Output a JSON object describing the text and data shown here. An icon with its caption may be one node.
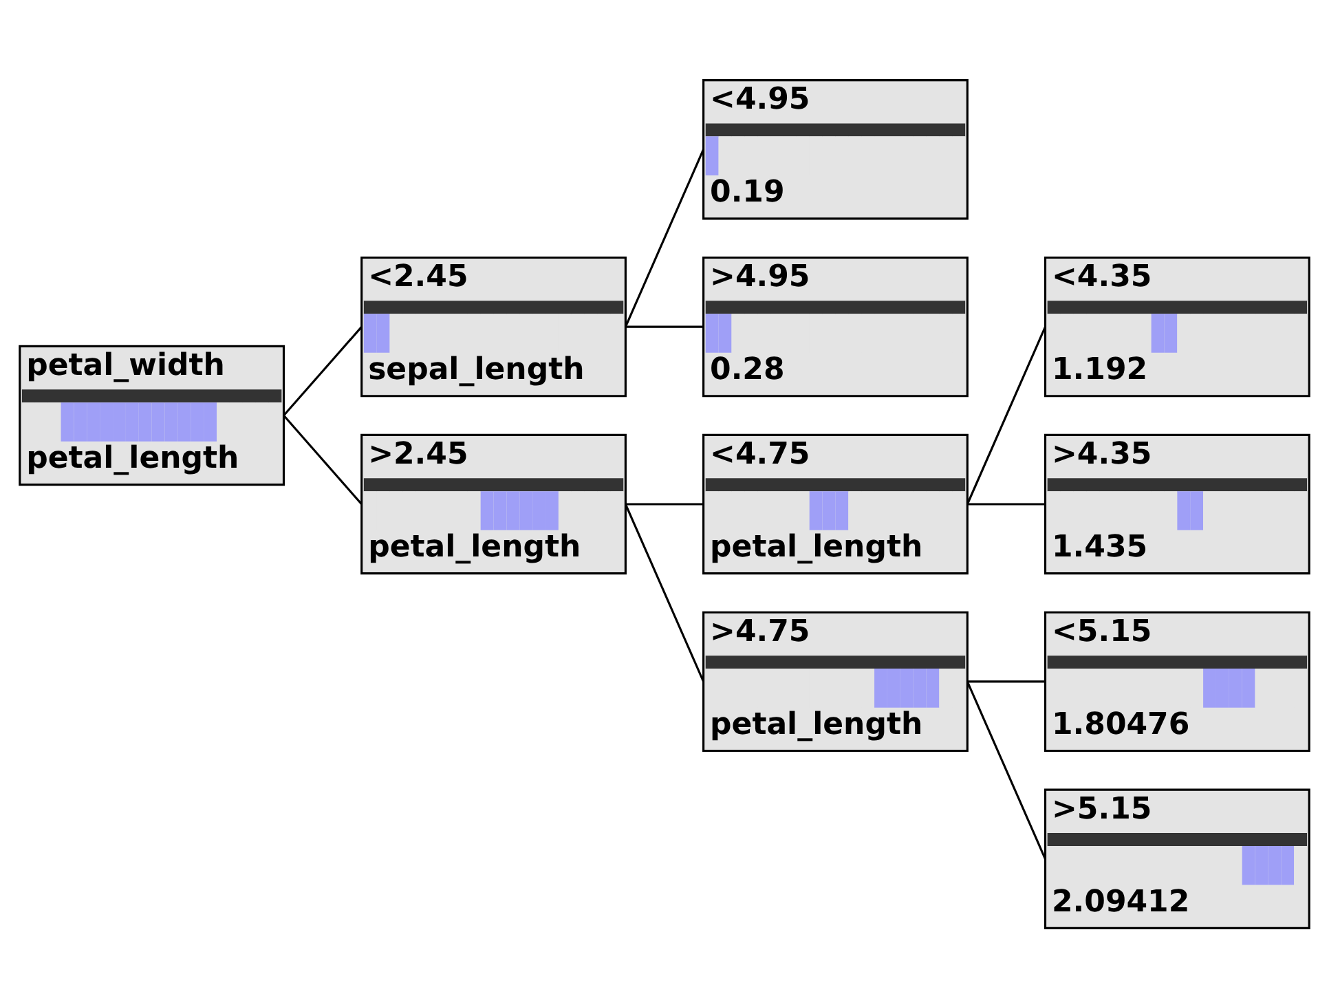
{
  "diagram": {
    "nodes": [
      {
        "text": [
          "petal_width",
          "petal_length"
        ]
      },
      {
        "text": [
          "<2.45",
          "sepal_length"
        ]
      },
      {
        "text": [
          "<4.95",
          "0.19"
        ]
      },
      {
        "text": [
          ">4.95",
          "0.28"
        ]
      },
      {
        "text": [
          ">2.45",
          "petal_length"
        ]
      },
      {
        "text": [
          "<4.75",
          "petal_length"
        ]
      },
      {
        "text": [
          "<4.35",
          "1.192"
        ]
      },
      {
        "text": [
          ">4.35",
          "1.435"
        ]
      },
      {
        "text": [
          ">4.75",
          "petal_length"
        ]
      },
      {
        "text": [
          "<5.15",
          "1.80476"
        ]
      },
      {
        "text": [
          ">5.15",
          "2.09412"
        ]
      }
    ],
    "edges": [
      {
        "from": 0,
        "to": 1,
        "arrow": "none"
      },
      {
        "from": 1,
        "to": 2,
        "arrow": "none"
      },
      {
        "from": 1,
        "to": 3,
        "arrow": "none"
      },
      {
        "from": 0,
        "to": 4,
        "arrow": "none"
      },
      {
        "from": 4,
        "to": 5,
        "arrow": "none"
      },
      {
        "from": 5,
        "to": 6,
        "arrow": "none"
      },
      {
        "from": 5,
        "to": 7,
        "arrow": "none"
      },
      {
        "from": 4,
        "to": 8,
        "arrow": "none"
      },
      {
        "from": 8,
        "to": 9,
        "arrow": "none"
      },
      {
        "from": 8,
        "to": 10,
        "arrow": "none"
      }
    ]
  }
}
